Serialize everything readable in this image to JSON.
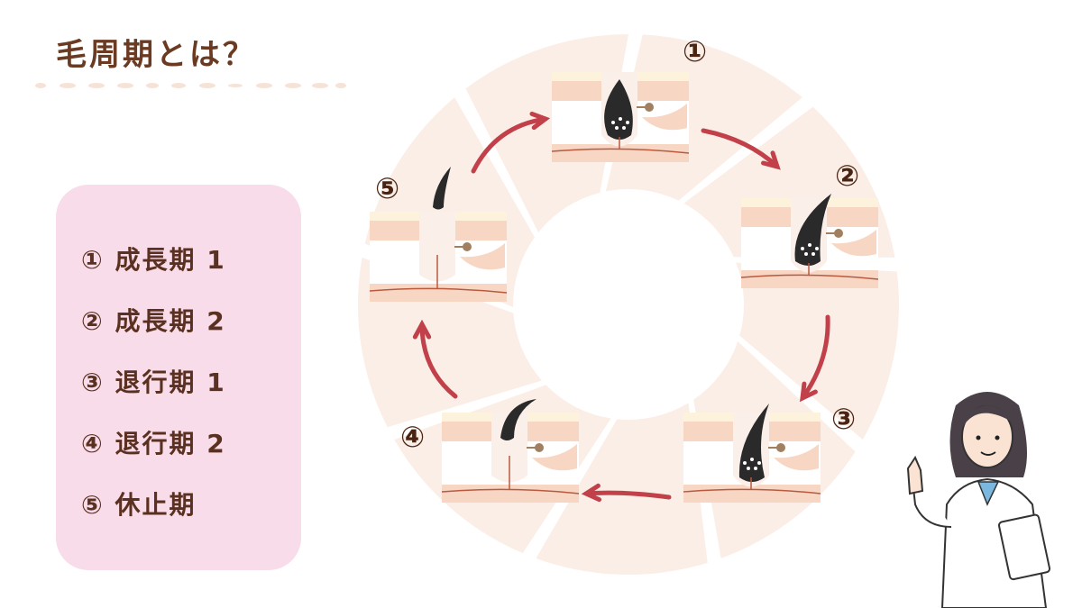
{
  "title": "毛周期とは？",
  "stages": [
    {
      "num": "①",
      "label": "① 成長期 1"
    },
    {
      "num": "②",
      "label": "② 成長期 2"
    },
    {
      "num": "③",
      "label": "③ 退行期 1"
    },
    {
      "num": "④",
      "label": "④ 退行期 2"
    },
    {
      "num": "⑤",
      "label": "⑤ 休止期"
    }
  ],
  "colors": {
    "text": "#5a3020",
    "panel": "#f9dce9",
    "ring": "#fbeee6",
    "arrow": "#c2404a",
    "hair": "#2a2a2a"
  }
}
